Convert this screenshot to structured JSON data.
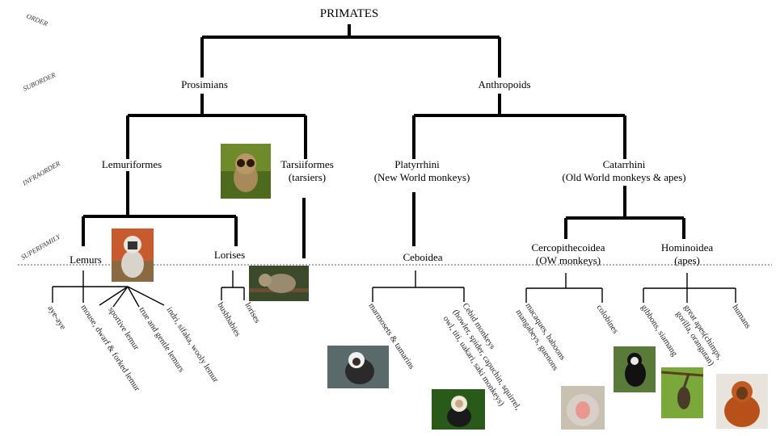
{
  "title": "PRIMATES",
  "ranks": {
    "order": "ORDER",
    "suborder": "SUBORDER",
    "infraorder": "INFRAORDER",
    "superfamily": "SUPERFAMILY"
  },
  "suborders": {
    "prosimians": "Prosimians",
    "anthropoids": "Anthropoids"
  },
  "infraorders": {
    "lemuriformes": "Lemuriformes",
    "tarsiiformes_1": "Tarsiiformes",
    "tarsiiformes_2": "(tarsiers)",
    "platyrrhini_1": "Platyrrhini",
    "platyrrhini_2": "(New World monkeys)",
    "catarrhini_1": "Catarrhini",
    "catarrhini_2": "(Old World monkeys & apes)"
  },
  "superfamilies": {
    "lemurs": "Lemurs",
    "lorises": "Lorises",
    "ceboidea": "Ceboidea",
    "cercopithecoidea_1": "Cercopithecoidea",
    "cercopithecoidea_2": "(OW monkeys)",
    "hominoidea_1": "Hominoidea",
    "hominoidea_2": "(apes)"
  },
  "leaves": {
    "aye_aye": "aye-aye",
    "mouse_lemur": "mouse, dwarf & forked lemur",
    "sportive_lemur": "sportive  lemur",
    "true_lemurs": "true and gentle lemurs",
    "indri": "indri, sifaka, wooly lemur",
    "bushbabies": "bushbabies",
    "lorises": "lorises",
    "marmosets": "marmosets & tamarins",
    "cebid_1": "Cebid monkeys",
    "cebid_2": "(howler, spider, capuchin, squirrel,",
    "cebid_3": "owl, titi, uakari, saki monkeys)",
    "macaques_1": "macaques, baboons",
    "macaques_2": "mangabeys, guenons",
    "colobines": "colobines",
    "gibbons": "gibbons, siamang",
    "great_apes_1": "great apes(chimps,",
    "great_apes_2": "gorilla, orangutan)",
    "humans": "humans"
  },
  "icons": {
    "ring_tailed_lemur": "ring-tailed-lemur-photo",
    "tarsier": "tarsier-photo",
    "loris": "slow-loris-photo",
    "tamarin": "tamarin-photo",
    "capuchin": "capuchin-photo",
    "baboon": "baboon-photo",
    "colobus": "colobus-photo",
    "gibbon": "gibbon-photo",
    "orangutan": "orangutan-photo"
  }
}
